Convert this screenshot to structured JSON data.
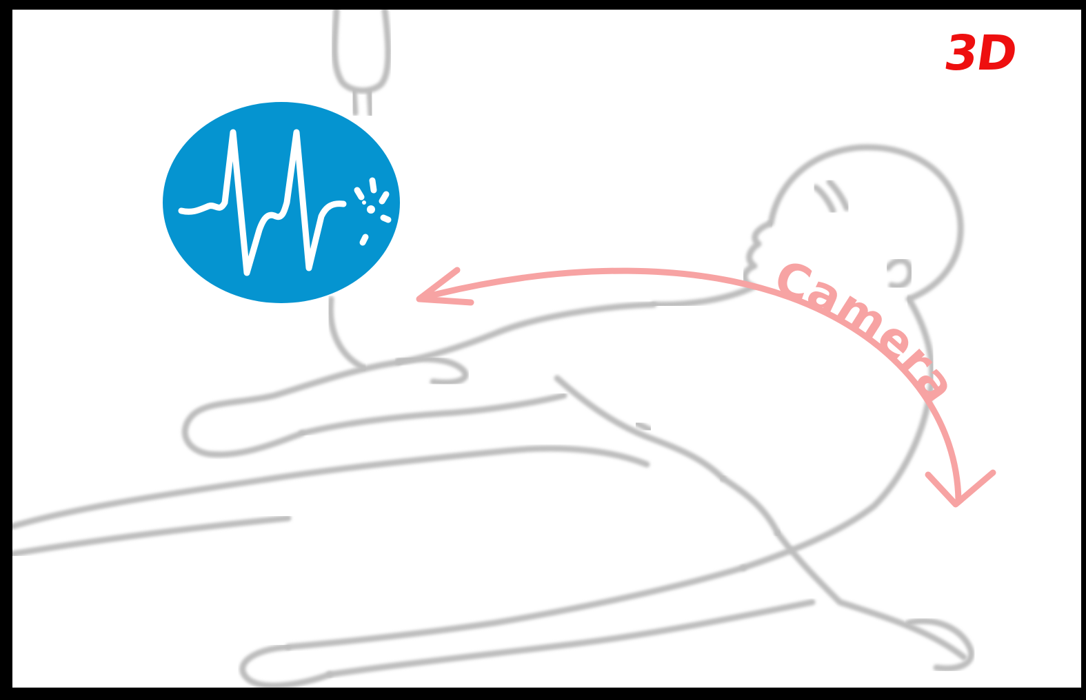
{
  "canvas": {
    "mode_label": "3D",
    "mode_label_color": "#ee0f0f"
  },
  "monitor_badge": {
    "icon": "heart-rate-waveform-icon",
    "background_color": "#0594d0",
    "stroke_color": "#ffffff"
  },
  "camera_arc": {
    "label": "Camera",
    "color": "#f7a3a3",
    "direction": "bidirectional"
  },
  "figure": {
    "icon": "reclining-patient-sketch",
    "stroke_color": "#bdbdbd"
  }
}
